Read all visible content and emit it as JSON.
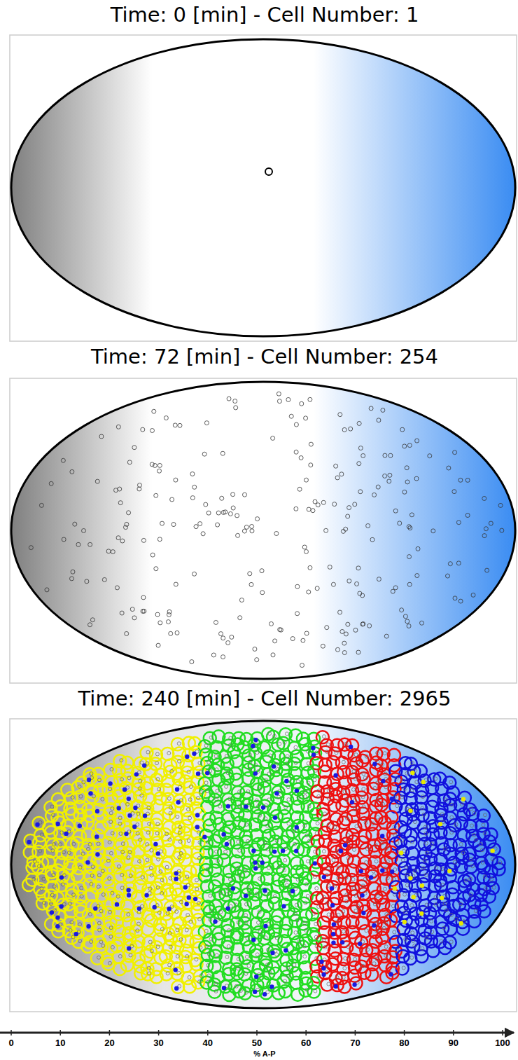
{
  "diagram": {
    "labels": [
      "Time: 0 [min] - Cell Number: 1",
      "Time: 72 [min] - Cell Number: 254",
      "Time: 240 [min] - Cell Number: 2965",
      "0",
      "10",
      "20",
      "30",
      "40",
      "50",
      "60",
      "70",
      "80",
      "90",
      "100",
      "% A-P"
    ]
  }
}
